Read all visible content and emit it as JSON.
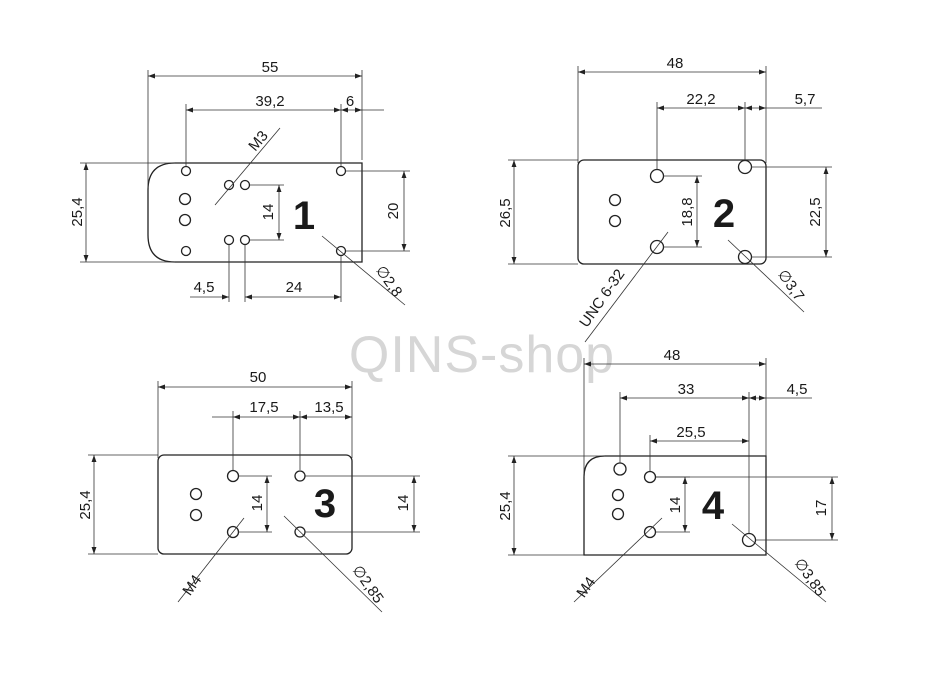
{
  "watermark": "QINS-shop",
  "plate1": {
    "number": "1",
    "dims": {
      "total_width": "55",
      "hole_span": "39,2",
      "right_offset": "6",
      "height": "25,4",
      "thread_hole_spacing": "14",
      "right_hole_spacing": "20",
      "small_offset": "4,5",
      "bottom_span": "24",
      "thread": "M3",
      "diameter": "∅2,8"
    }
  },
  "plate2": {
    "number": "2",
    "dims": {
      "total_width": "48",
      "hole_span": "22,2",
      "right_offset": "5,7",
      "height": "26,5",
      "inner_hole_spacing": "18,8",
      "right_hole_spacing": "22,5",
      "thread": "UNC 6-32",
      "diameter": "∅3,7"
    }
  },
  "plate3": {
    "number": "3",
    "dims": {
      "total_width": "50",
      "hole_span": "17,5",
      "right_offset": "13,5",
      "height": "25,4",
      "inner_hole_spacing": "14",
      "right_hole_spacing": "14",
      "thread": "M4",
      "diameter": "∅2,85"
    }
  },
  "plate4": {
    "number": "4",
    "dims": {
      "total_width": "48",
      "outer_span": "33",
      "right_offset": "4,5",
      "inner_span": "25,5",
      "height": "25,4",
      "inner_hole_spacing": "14",
      "right_hole_spacing": "17",
      "thread": "M4",
      "diameter": "∅3,85"
    }
  }
}
